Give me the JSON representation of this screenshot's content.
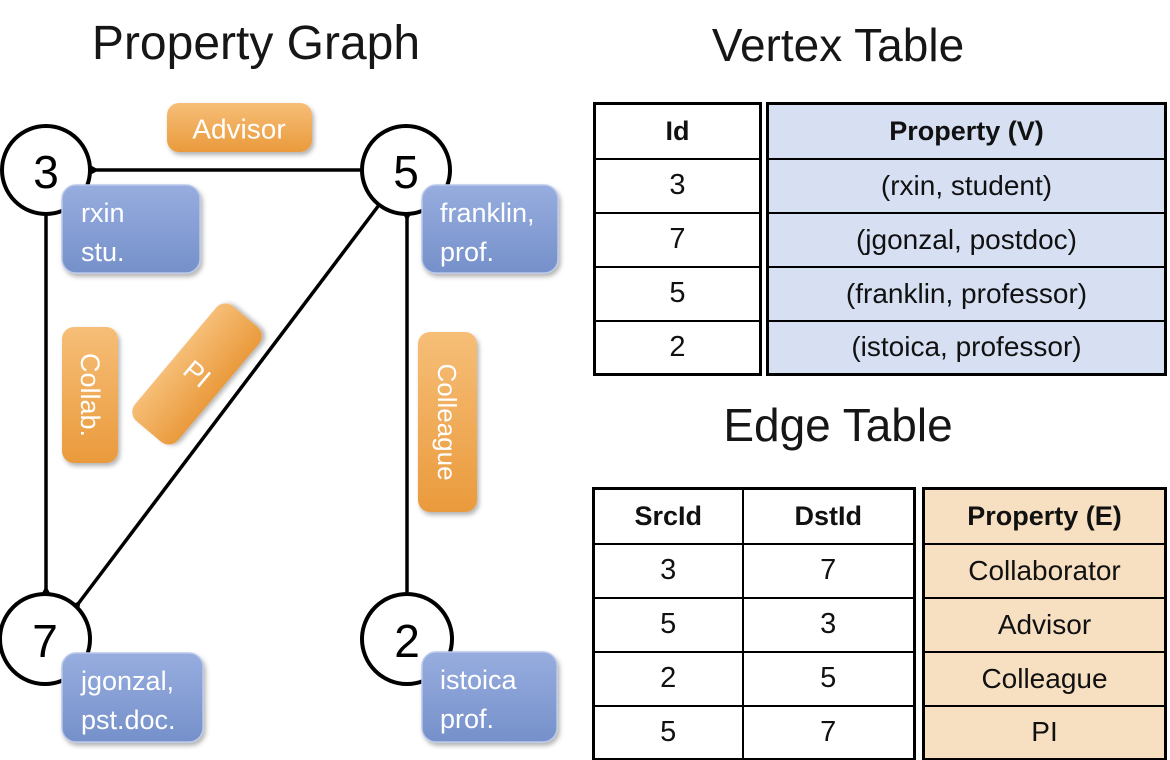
{
  "graph": {
    "title": "Property Graph",
    "nodes": [
      {
        "id": "3",
        "line1": "rxin",
        "line2": "stu."
      },
      {
        "id": "5",
        "line1": "franklin,",
        "line2": "prof."
      },
      {
        "id": "7",
        "line1": "jgonzal,",
        "line2": "pst.doc."
      },
      {
        "id": "2",
        "line1": "istoica",
        "line2": "prof."
      }
    ],
    "edges": [
      {
        "label": "Advisor"
      },
      {
        "label": "Collab."
      },
      {
        "label": "PI"
      },
      {
        "label": "Colleague"
      }
    ]
  },
  "vertex_table": {
    "title": "Vertex Table",
    "headers": {
      "id": "Id",
      "property": "Property (V)"
    },
    "rows": [
      {
        "id": "3",
        "property": "(rxin, student)"
      },
      {
        "id": "7",
        "property": "(jgonzal, postdoc)"
      },
      {
        "id": "5",
        "property": "(franklin, professor)"
      },
      {
        "id": "2",
        "property": "(istoica, professor)"
      }
    ]
  },
  "edge_table": {
    "title": "Edge Table",
    "headers": {
      "src": "SrcId",
      "dst": "DstId",
      "property": "Property (E)"
    },
    "rows": [
      {
        "src": "3",
        "dst": "7",
        "property": "Collaborator"
      },
      {
        "src": "5",
        "dst": "3",
        "property": "Advisor"
      },
      {
        "src": "2",
        "dst": "5",
        "property": "Colleague"
      },
      {
        "src": "5",
        "dst": "7",
        "property": "PI"
      }
    ]
  },
  "colors": {
    "edge_label_orange_top": "#F6BE77",
    "edge_label_orange_bottom": "#EA9A3C",
    "node_label_blue_top": "#97ADDF",
    "node_label_blue_bottom": "#7590CA",
    "vertex_cell_fill": "#D6E0F2",
    "edge_cell_fill": "#F7DFC2",
    "line_black": "#000000"
  }
}
